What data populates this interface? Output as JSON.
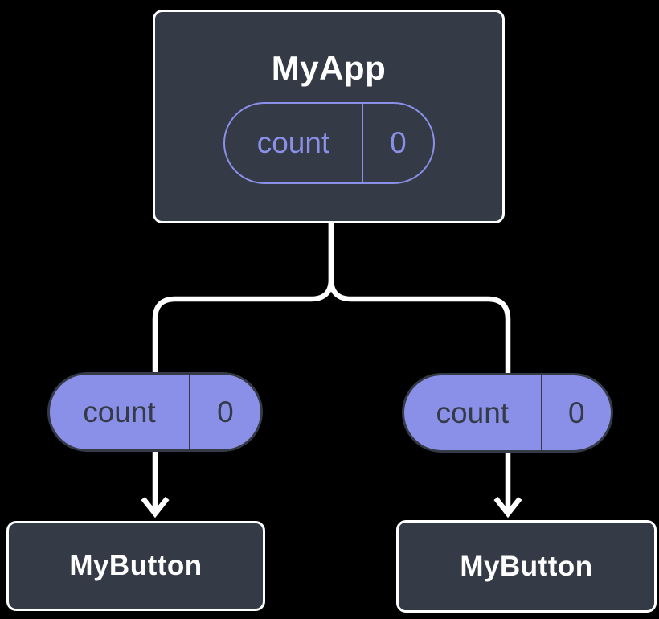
{
  "diagram": {
    "type": "component-tree",
    "root": {
      "title": "MyApp",
      "state": {
        "name": "count",
        "value": "0"
      }
    },
    "children": [
      {
        "title": "MyButton",
        "prop": {
          "name": "count",
          "value": "0"
        }
      },
      {
        "title": "MyButton",
        "prop": {
          "name": "count",
          "value": "0"
        }
      }
    ],
    "colors": {
      "box_fill": "#343a46",
      "box_border": "#ffffff",
      "pill_purple": "#8a90e8",
      "connector": "#ffffff",
      "background": "#000000"
    }
  }
}
